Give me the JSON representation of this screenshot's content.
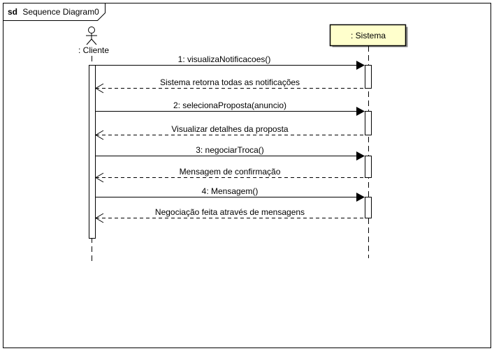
{
  "frame": {
    "keyword": "sd",
    "name": "Sequence Diagram0"
  },
  "lifelines": {
    "cliente": {
      "kind": "actor",
      "label": ": Cliente"
    },
    "sistema": {
      "kind": "object",
      "label": ": Sistema",
      "fill": "#ffffcc"
    }
  },
  "messages": [
    {
      "type": "sync",
      "label": "1: visualizaNotificacoes()"
    },
    {
      "type": "return",
      "label": "Sistema retorna todas as notificações"
    },
    {
      "type": "sync",
      "label": "2: selecionaProposta(anuncio)"
    },
    {
      "type": "return",
      "label": "Visualizar detalhes da proposta"
    },
    {
      "type": "sync",
      "label": "3: negociarTroca()"
    },
    {
      "type": "return",
      "label": "Mensagem de confirmação"
    },
    {
      "type": "sync",
      "label": "4: Mensagem()"
    },
    {
      "type": "return",
      "label": "Negociação feita através de mensagens"
    }
  ]
}
